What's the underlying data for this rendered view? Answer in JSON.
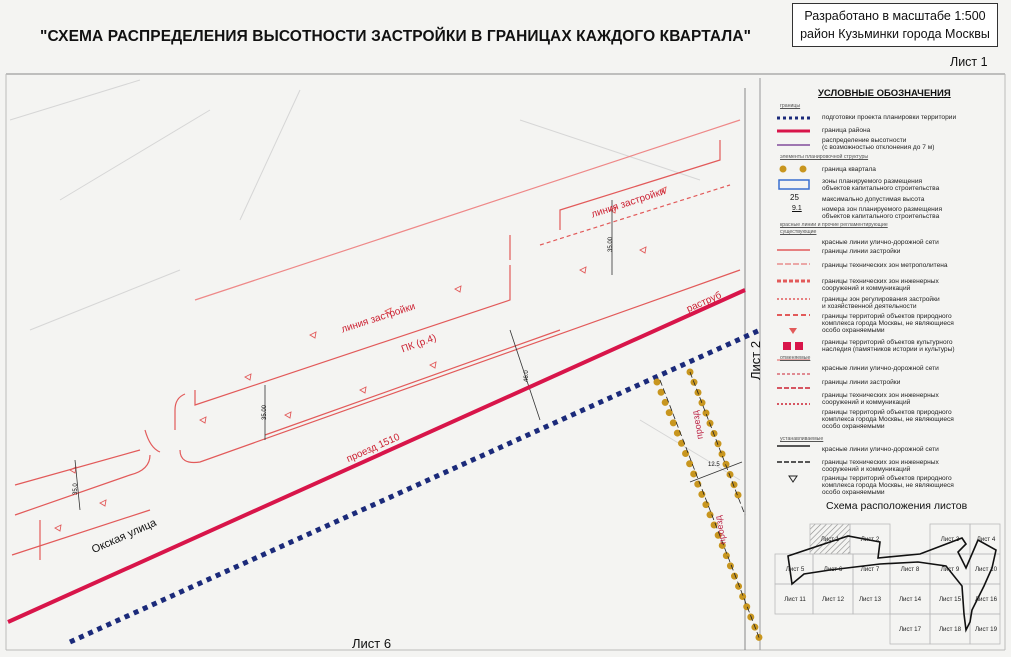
{
  "header": {
    "title": "\"СХЕМА РАСПРЕДЕЛЕНИЯ ВЫСОТНОСТИ ЗАСТРОЙКИ В ГРАНИЦАХ КАЖДОГО КВАРТАЛА\"",
    "stamp_line1": "Разработано в масштабе 1:500",
    "stamp_line2": "район Кузьминки города Москвы",
    "sheet_label": "Лист 1"
  },
  "map": {
    "street_main": "Окская улица",
    "proezd": "проезд 1510",
    "build_line_1": "линия застройки",
    "build_line_2": "линия застройки",
    "pk": "ПК (р.4)",
    "rastrub": "раструб",
    "dim_35_right": "35.00",
    "dim_35_mid": "35.00",
    "dim_35_left": "35.0",
    "dim_46": "46.0",
    "dim_12": "12.5",
    "side_left": "проезд",
    "side_right": "проезд",
    "sheet_right": "Лист 2",
    "sheet_bottom": "Лист 6",
    "colors": {
      "district_border": "#d8154a",
      "planning_border": "#1b2a7a",
      "quarter_border": "#c8961f",
      "red_line": "#e25a5a"
    }
  },
  "legend": {
    "title": "УСЛОВНЫЕ ОБОЗНАЧЕНИЯ",
    "h1": "границы",
    "items1": [
      "подготовки проекта планировки территории",
      "граница района",
      "распределение высотности",
      "(с возможностью отклонения до 7 м)"
    ],
    "h2": "элементы планировочной структуры",
    "items2": [
      "граница квартала",
      "зоны планируемого размещения",
      "объектов капитального строительства",
      "максимально допустимая высота",
      "номера зон планируемого размещения",
      "объектов капитального строительства"
    ],
    "num_25": "25",
    "num_91": "9.1",
    "h3": "красные линии и прочие регламентирующие",
    "h4": "существующие",
    "items3": [
      "красные линии улично-дорожной сети",
      "границы линии застройки",
      "границы технических зон метрополитена",
      "границы технических зон инженерных",
      "сооружений и коммуникаций",
      "границы зон регулирования застройки",
      "и хозяйственной деятельности",
      "границы территорий объектов природного",
      "комплекса города Москвы, не являющиеся",
      "особо охраняемыми",
      "границы территорий объектов культурного",
      "наследия (памятников истории и культуры)"
    ],
    "h5": "отменяемые",
    "items4": [
      "красные линии улично-дорожной сети",
      "границы линии застройки",
      "границы технических зон инженерных",
      "сооружений и коммуникаций",
      "границы территорий объектов природного",
      "комплекса города Москвы, не являющиеся",
      "особо охраняемыми"
    ],
    "h6": "устанавливаемые",
    "items5": [
      "красные линии улично-дорожной сети",
      "границы технических зон инженерных",
      "сооружений и коммуникаций",
      "границы территорий объектов природного",
      "комплекса города Москвы, не являющиеся",
      "особо охраняемыми"
    ]
  },
  "sheets_scheme": {
    "title": "Схема расположения листов",
    "row1": [
      "Лист 1",
      "Лист 2",
      "",
      "Лист 3",
      "Лист 4"
    ],
    "row2": [
      "Лист 5",
      "Лист 6",
      "Лист 7",
      "Лист 8",
      "Лист 9",
      "Лист 10"
    ],
    "row3": [
      "Лист 11",
      "Лист 12",
      "Лист 13",
      "Лист 14",
      "Лист 15",
      "Лист 16"
    ],
    "row4": [
      "Лист 17",
      "Лист 18",
      "Лист 19"
    ]
  }
}
